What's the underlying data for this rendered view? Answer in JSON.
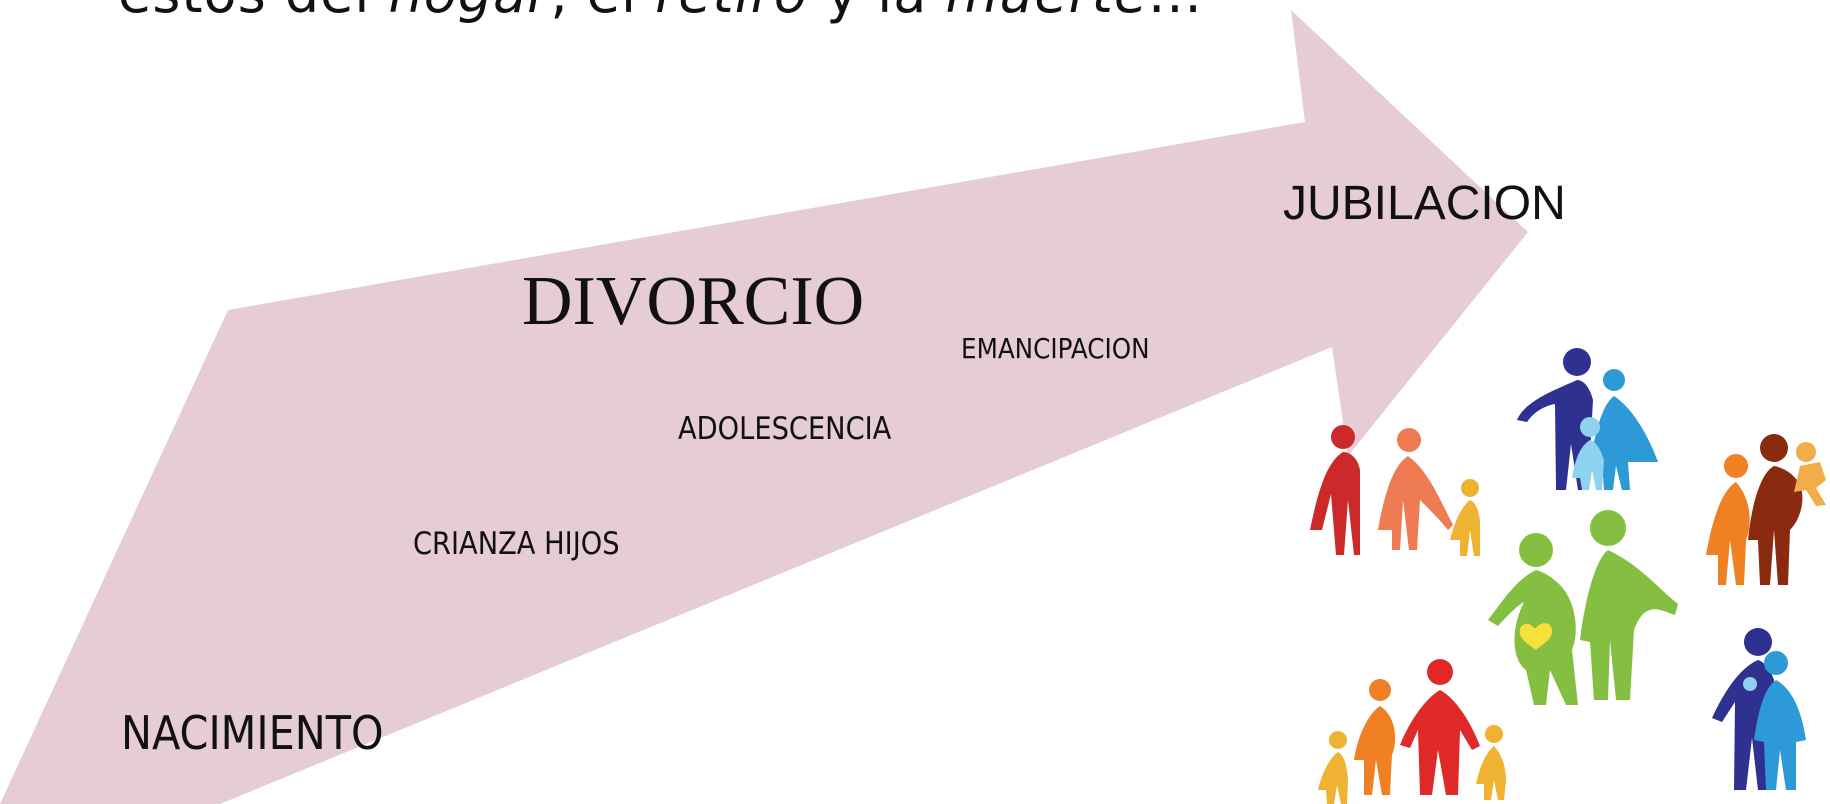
{
  "title_fragment": {
    "part1": "estos del ",
    "part2": "hogar",
    "part3": ", el ",
    "part4": "retiro",
    "part5": " y la ",
    "part6": "muerte",
    "part7": "..."
  },
  "stages": {
    "nacimiento": "NACIMIENTO",
    "crianza": "CRIANZA HIJOS",
    "adolescencia": "ADOLESCENCIA",
    "emancipacion": "EMANCIPACION",
    "divorcio": "DIVORCIO",
    "jubilacion": "JUBILACION"
  },
  "colors": {
    "arrow_fill": "#e6ccd4",
    "background": "#ffffff"
  },
  "illustration": {
    "icon": "family-group-icon"
  }
}
